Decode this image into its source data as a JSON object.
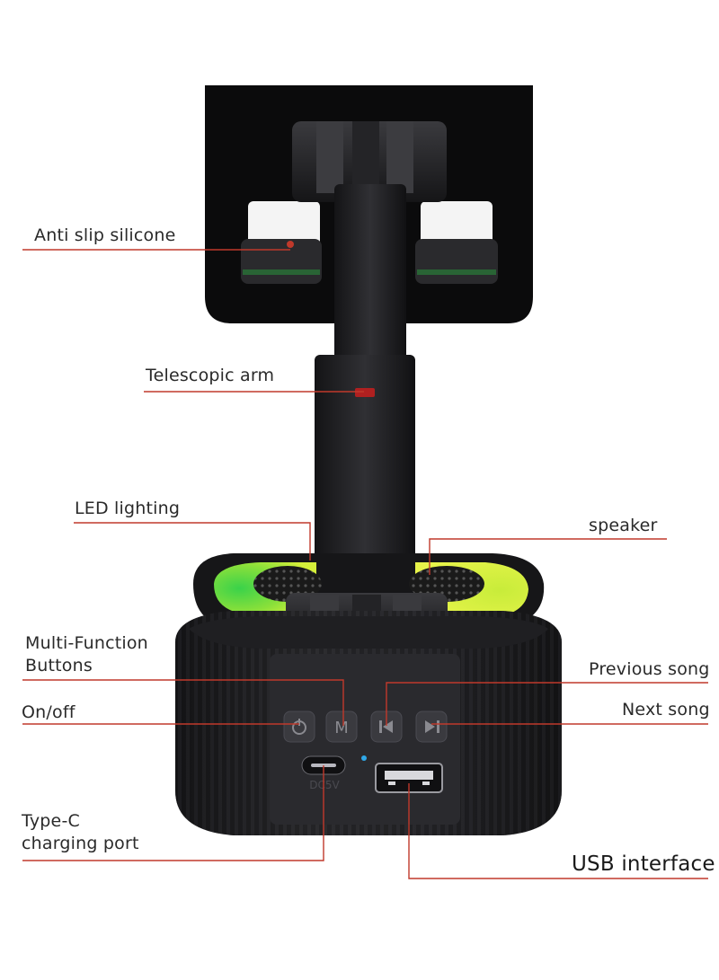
{
  "callouts": {
    "anti_slip": "Anti slip silicone",
    "telescopic_arm": "Telescopic arm",
    "led_lighting": "LED lighting",
    "speaker": "speaker",
    "multi_function_line1": "Multi-Function",
    "multi_function_line2": "Buttons",
    "on_off": "On/off",
    "previous_song": "Previous song",
    "next_song": "Next song",
    "type_c_line1": "Type-C",
    "type_c_line2": "charging port",
    "usb_interface": "USB interface"
  },
  "device": {
    "port_marking": "DC5V",
    "mode_button_letter": "M"
  },
  "colors": {
    "callout_line": "#c0392b",
    "led_glow": "#c8f03a",
    "led_green": "#27c24a",
    "device_body": "#1c1c1e",
    "phone_plate": "#0d0d0d"
  }
}
